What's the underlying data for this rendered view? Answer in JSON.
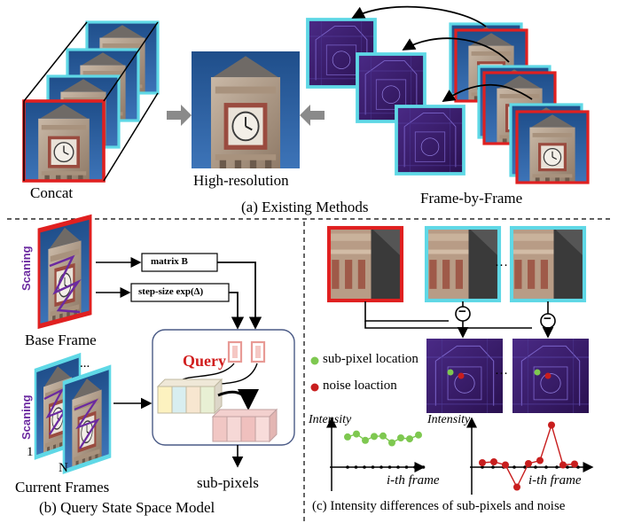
{
  "top": {
    "concat_label": "Concat",
    "high_res_label": "High-resolution",
    "frame_by_frame_label": "Frame-by-Frame",
    "caption": "(a) Existing Methods"
  },
  "left": {
    "scanning_label": "Scaning",
    "base_frame_label": "Base Frame",
    "matrix_b_label": "matrix B",
    "step_size_label": "step-size exp(Δ)",
    "query_label": "Query",
    "one_label": "1",
    "n_label": "N",
    "dots": "...",
    "current_frames_label": "Current Frames",
    "sub_pixels_label": "sub-pixels",
    "caption": "(b) Query State Space Model"
  },
  "right": {
    "minus_symbol": "−",
    "dots": "…",
    "legend_subpixel": "sub-pixel location",
    "legend_noise": "noise loaction",
    "intensity_label": "Intensity",
    "xaxis_label": "i-th frame",
    "caption": "(c) Intensity differences of sub-pixels and noise"
  },
  "colors": {
    "red_frame": "#e02020",
    "cyan_frame": "#5fd8e6",
    "green_point": "#7ec850",
    "red_point": "#c81e1e",
    "scan_purple": "#6b2aa0",
    "purple_map": "#3a1a6e",
    "gray_arrow": "#8a8a8a"
  },
  "chart_data": [
    {
      "type": "line",
      "series": [
        {
          "values": [
            0.62,
            0.68,
            0.55,
            0.63,
            0.64,
            0.5,
            0.6,
            0.58,
            0.66
          ]
        }
      ],
      "xlabel": "i-th frame",
      "ylabel": "Intensity"
    },
    {
      "type": "line",
      "series": [
        {
          "values": [
            0.1,
            0.12,
            0.05,
            -0.45,
            0.08,
            0.15,
            0.95,
            0.05,
            0.07
          ]
        }
      ],
      "xlabel": "i-th frame",
      "ylabel": "Intensity"
    }
  ]
}
